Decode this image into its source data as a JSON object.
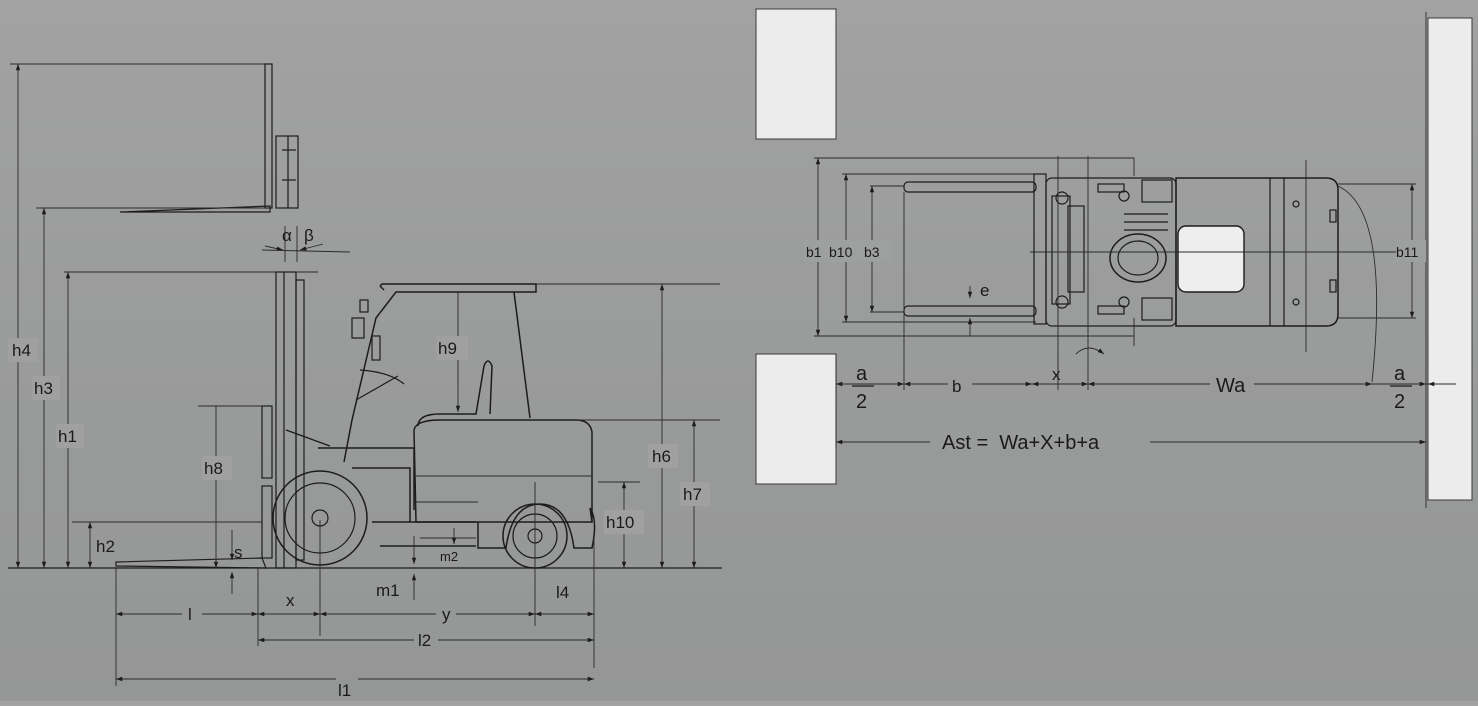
{
  "side_view": {
    "labels": {
      "h1": "h1",
      "h2": "h2",
      "h3": "h3",
      "h4": "h4",
      "h6": "h6",
      "h7": "h7",
      "h8": "h8",
      "h9": "h9",
      "h10": "h10",
      "s": "s",
      "l": "l",
      "l1": "l1",
      "l2": "l2",
      "l4": "l4",
      "x": "x",
      "y": "y",
      "m1": "m1",
      "m2": "m2",
      "alpha": "α",
      "beta": "β"
    }
  },
  "top_view": {
    "labels": {
      "b1": "b1",
      "b10": "b10",
      "b3": "b3",
      "b11": "b11",
      "e": "e",
      "b": "b",
      "x": "x",
      "wa": "Wa",
      "a": "a",
      "two": "2",
      "ast_formula": "Ast =  Wa+X+b+a"
    }
  },
  "colors": {
    "background": "#9b9c9c",
    "line": "#1c1c1c",
    "wall": "#ececec"
  }
}
